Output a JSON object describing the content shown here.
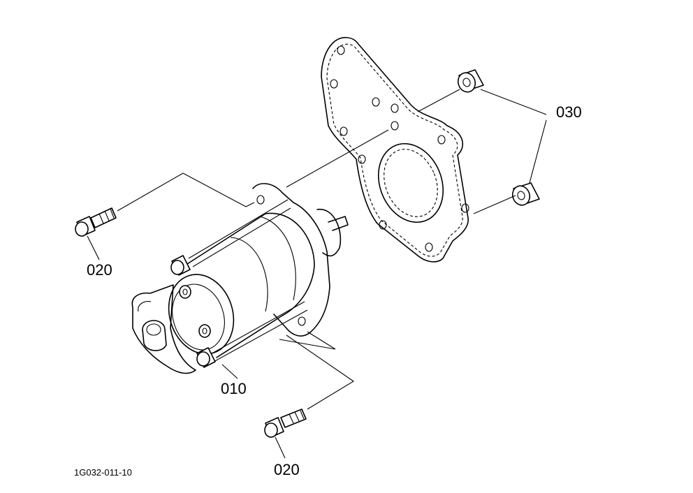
{
  "labels": {
    "starter": "010",
    "bolt_upper": "020",
    "bolt_lower": "020",
    "spacer": "030"
  },
  "figure_code": "1G032-011-10"
}
